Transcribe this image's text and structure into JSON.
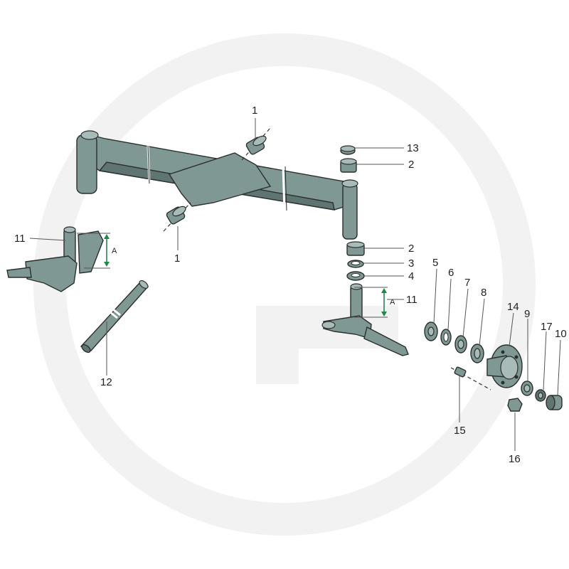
{
  "diagram": {
    "callouts": {
      "c1a": "1",
      "c1b": "1",
      "c2a": "2",
      "c2b": "2",
      "c3": "3",
      "c4": "4",
      "c5": "5",
      "c6": "6",
      "c7": "7",
      "c8": "8",
      "c9": "9",
      "c10": "10",
      "c11a": "11",
      "c11b": "11",
      "c12": "12",
      "c13": "13",
      "c14": "14",
      "c15": "15",
      "c16": "16",
      "c17": "17"
    },
    "dimension_label": "A"
  },
  "colors": {
    "part": "#7f9894",
    "dimension": "#1e8a4a",
    "watermark": "#f2f2f2"
  },
  "icons": {
    "watermark": "circular-g-logo-watermark"
  }
}
